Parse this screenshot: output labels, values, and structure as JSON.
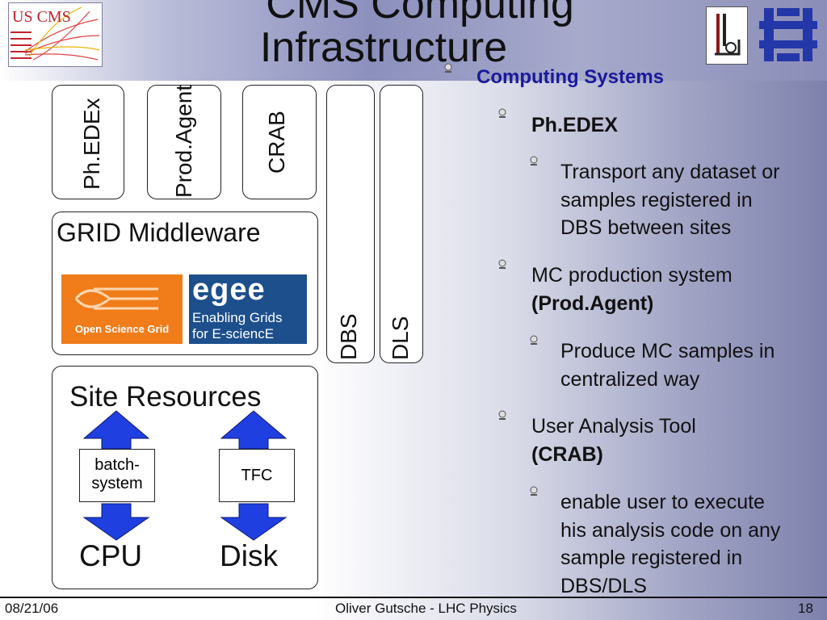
{
  "header": {
    "title_line1": "CMS Computing",
    "title_line2": "Infrastructure",
    "subtitle": "Computing Systems",
    "logo_uscms_text": "US CMS"
  },
  "stack": {
    "tools": [
      "Ph.EDEx",
      "Prod.Agent",
      "CRAB"
    ],
    "middleware_label": "GRID Middleware",
    "osg_logo_text": "Open Science Grid",
    "egee_logo_text": "egee",
    "egee_tagline_1": "Enabling Grids",
    "egee_tagline_2": "for E-sciencE",
    "site_resources_label": "Site Resources",
    "batch_label_1": "batch-",
    "batch_label_2": "system",
    "tfc_label": "TFC",
    "cpu_label": "CPU",
    "disk_label": "Disk",
    "dbs_label": "DBS",
    "dls_label": "DLS"
  },
  "bullets": [
    {
      "level": 1,
      "lines": [
        "Ph.EDEX"
      ],
      "color": "#111111"
    },
    {
      "level": 2,
      "lines": [
        "Transport any dataset or",
        "samples registered in",
        "DBS between sites"
      ]
    },
    {
      "level": 1,
      "lines": [
        "MC production system",
        "(Prod.Agent)"
      ]
    },
    {
      "level": 2,
      "lines": [
        "Produce MC samples in",
        "centralized way"
      ]
    },
    {
      "level": 1,
      "lines": [
        "User Analysis Tool",
        "(CRAB)"
      ]
    },
    {
      "level": 2,
      "lines": [
        "enable user to execute",
        "his analysis code on any",
        "sample registered in",
        "DBS/DLS"
      ]
    }
  ],
  "footer": {
    "date": "08/21/06",
    "center": "Oliver Gutsche - LHC Physics",
    "page": "18"
  },
  "colors": {
    "arrow": "#1f3fe0",
    "subtitle": "#1a1a9a",
    "osg_orange": "#f07c1a",
    "egee_blue": "#1c4f8c"
  }
}
